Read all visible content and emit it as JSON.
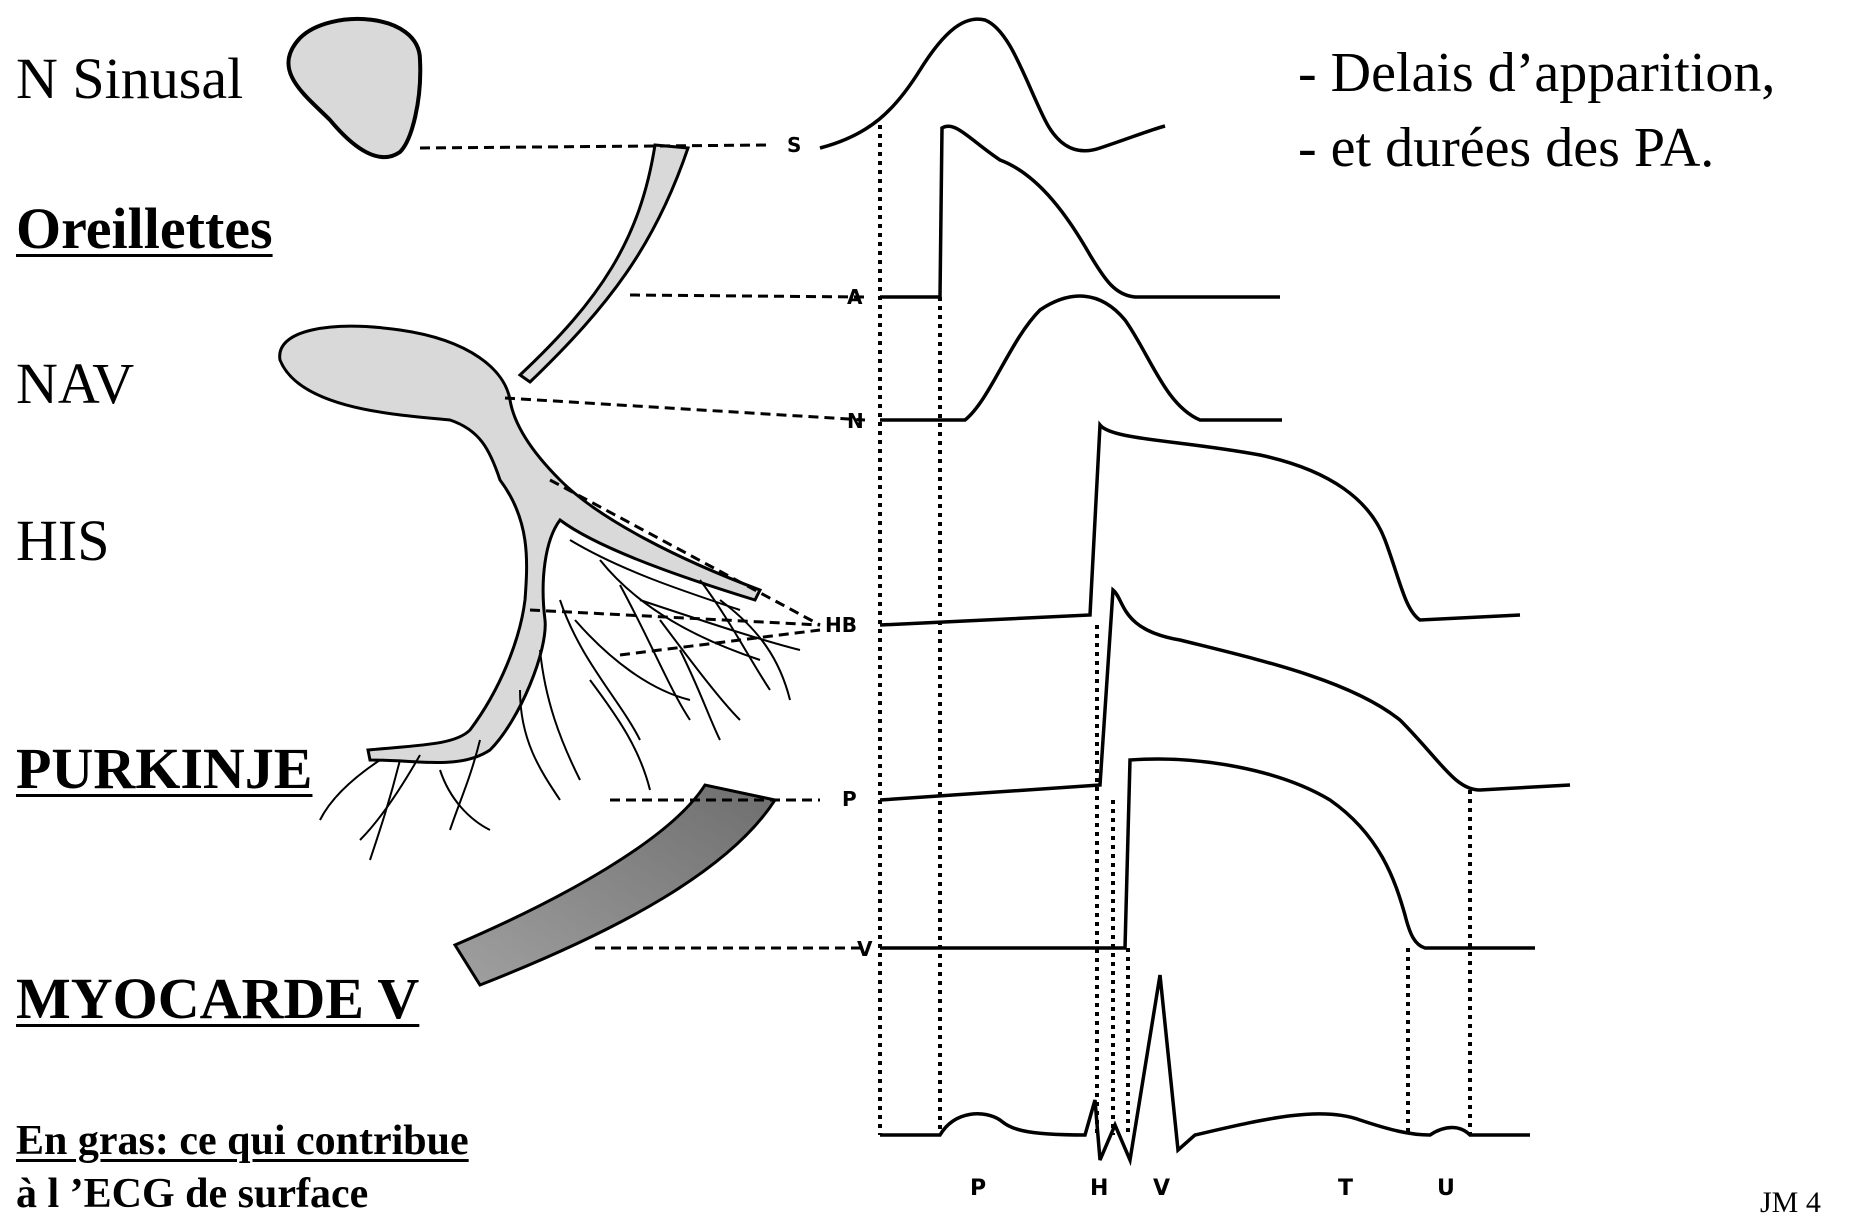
{
  "left_labels": {
    "sinus": "N Sinusal",
    "atria": "Oreillettes",
    "av_node": "NAV",
    "his": "HIS",
    "purkinje": "PURKINJE",
    "myocardium": "MYOCARDE V"
  },
  "bottom_note": {
    "line1": "En gras: ce qui contribue",
    "line2": " à l ’ECG de surface"
  },
  "right_note": {
    "line1": "- Delais d’apparition,",
    "line2": "- et durées des PA."
  },
  "corner_text": "JM   4",
  "trace_labels": [
    "S",
    "A",
    "N",
    "HB",
    "P",
    "V"
  ],
  "ecg_labels": [
    "P",
    "H",
    "V",
    "T",
    "U"
  ],
  "colors": {
    "ink": "#000000",
    "tissue_light": "#d9d9d9",
    "tissue_dark": "#8c8c8c"
  }
}
